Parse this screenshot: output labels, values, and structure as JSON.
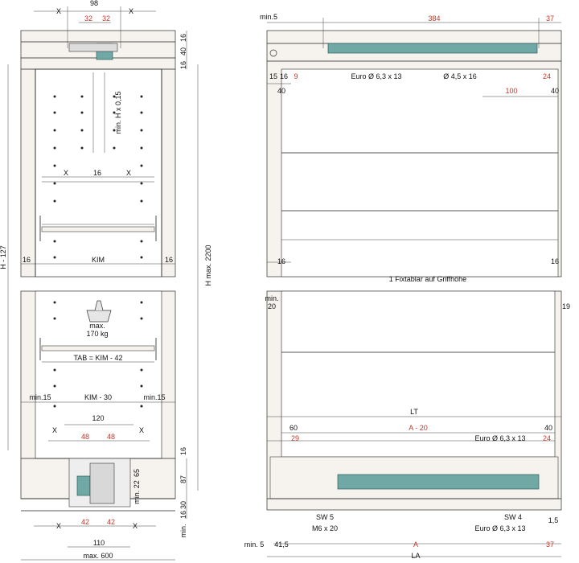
{
  "left": {
    "top": {
      "d98": "98",
      "x1": "X",
      "x2": "X",
      "d32a": "32",
      "d32b": "32",
      "d16a": "16",
      "d40": "40",
      "d16b": "16",
      "minH": "min. H x 0,15",
      "x3": "X",
      "d16c": "16",
      "x4": "X",
      "d16d": "16",
      "kim": "KIM",
      "d16e": "16",
      "h127": "H - 127",
      "hmax": "H max. 2200"
    },
    "bottom": {
      "max": "max.",
      "kg": "170 kg",
      "tab": "TAB = KIM - 42",
      "min15a": "min.15",
      "kim30": "KIM - 30",
      "min15b": "min.15",
      "d120": "120",
      "x5": "X",
      "x6": "X",
      "d48a": "48",
      "d48b": "48",
      "d16f": "16",
      "d65": "65",
      "d87": "87",
      "min22": "min. 22",
      "d30": "30",
      "d16g": "16",
      "d42a": "42",
      "d42b": "42",
      "x7": "X",
      "x8": "X",
      "min": "min.",
      "d110": "110",
      "max600": "max. 600"
    }
  },
  "right": {
    "top": {
      "min5": "min.5",
      "d384": "384",
      "d37": "37",
      "d15": "15",
      "d16": "16",
      "d9": "9",
      "d40a": "40",
      "euro": "Euro Ø 6,3 x 13",
      "screw": "Ø 4,5 x 16",
      "d24": "24",
      "d100": "100",
      "d40b": "40",
      "d16b": "16",
      "d16c": "16",
      "caption": "1 Fixtablar auf Griffhöhe"
    },
    "bottom": {
      "min": "min.",
      "d20": "20",
      "d19": "19",
      "lt": "LT",
      "d60": "60",
      "d29": "29",
      "a20": "A - 20",
      "d40": "40",
      "euro1": "Euro Ø 6,3 x 13",
      "d24": "24",
      "sw5": "SW 5",
      "m6": "M6 x 20",
      "sw4": "SW 4",
      "euro2": "Euro Ø 6,3 x 13",
      "d15": "1,5",
      "min5": "min. 5",
      "d415": "41,5",
      "a": "A",
      "d37": "37",
      "la": "LA"
    }
  }
}
